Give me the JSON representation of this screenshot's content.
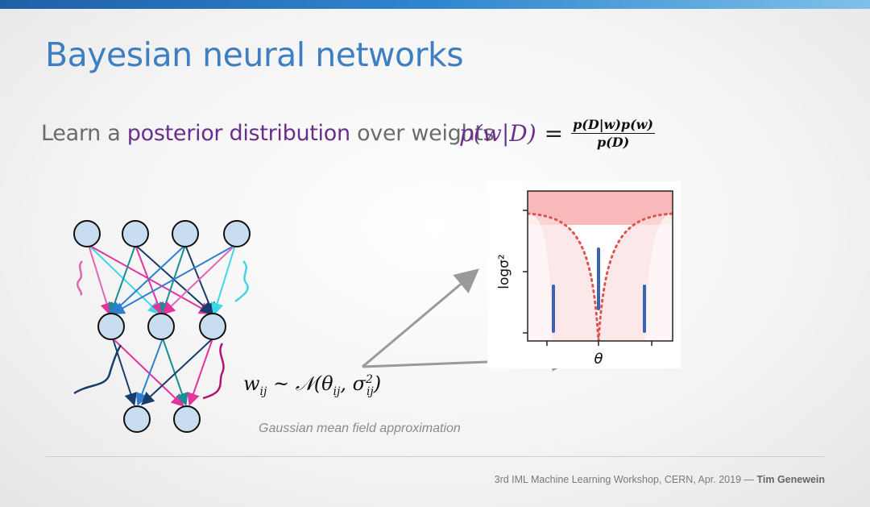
{
  "slide": {
    "title": "Bayesian neural networks",
    "lead_prefix": "Learn a ",
    "lead_highlight": "posterior distribution",
    "lead_suffix": " over weights",
    "equation_lhs": "p(w|D)",
    "equation_eq": "=",
    "equation_num": "p(D|w)p(w)",
    "equation_den": "p(D)",
    "formula_main": "w",
    "formula_sub": "ij",
    "formula_rest": " ~ 𝒩(θ",
    "formula_sub2": "ij",
    "formula_comma": ", σ",
    "formula_sup": "2",
    "formula_sub3": "ij",
    "formula_close": ")",
    "caption": "Gaussian mean field approximation",
    "footer_text": "3rd IML Machine Learning Workshop, CERN, Apr. 2019 — ",
    "footer_author": "Tim Genewein"
  },
  "plot": {
    "ylabel": "logσ²",
    "xlabel": "θ"
  },
  "colors": {
    "title": "#3d7fc1",
    "highlight": "#6a2e8c",
    "node_fill": "#c9ddf0",
    "edge_navy": "#183d6b",
    "edge_teal": "#1a8f93",
    "edge_pink": "#e2349a",
    "edge_cyan": "#3ed7e6",
    "edge_blue": "#2f7fd1",
    "plot_band": "#f7b9b9",
    "plot_dots": "#e0534f",
    "plot_points": "#3a63b5"
  }
}
